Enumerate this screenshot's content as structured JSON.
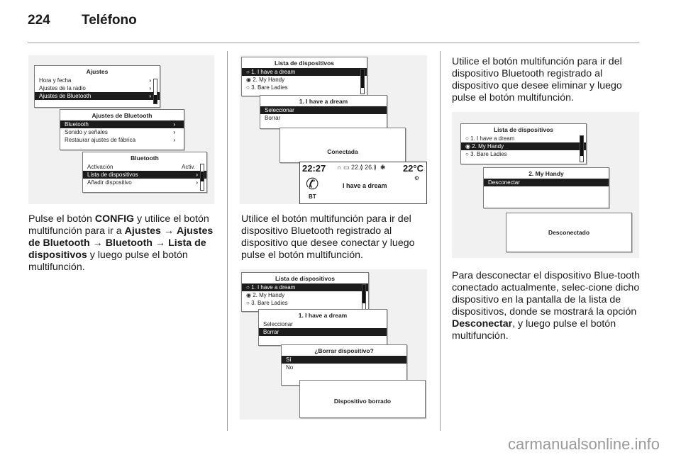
{
  "page": {
    "number": "224",
    "title": "Teléfono"
  },
  "col1": {
    "fig": {
      "ajustes": {
        "title": "Ajustes",
        "items": [
          "Hora y fecha",
          "Ajustes de la radio",
          "Ajustes de Bluetooth"
        ]
      },
      "ajustes_bt": {
        "title": "Ajustes de Bluetooth",
        "items": [
          "Bluetooth",
          "Sonido y señales",
          "Restaurar ajustes de fábrica"
        ]
      },
      "bluetooth": {
        "title": "Bluetooth",
        "items": [
          "Activación",
          "Lista de dispositivos",
          "Añadir dispositivo"
        ],
        "activation_value": "Activ."
      }
    },
    "text": {
      "p1": "Pulse el botón ",
      "config": "CONFIG",
      "p2": " y utilice el botón multifunción para ir a ",
      "ajustes": "Ajustes",
      "arrow": " → ",
      "ajustes_bt": "Ajustes de Bluetooth",
      "bluetooth": "Bluetooth",
      "lista": "Lista de dispositivos",
      "p3": " y luego pulse el botón multifunción."
    }
  },
  "col2": {
    "fig1": {
      "lista": {
        "title": "Lista de dispositivos",
        "items": [
          "1. I have a dream",
          "2. My Handy",
          "3. Bare Ladies"
        ]
      },
      "device": {
        "title": "1. I have a dream",
        "items": [
          "Seleccionar",
          "Borrar"
        ]
      },
      "status": "Conectada",
      "bar": {
        "time": "22:27",
        "temp": "22°C",
        "label": "I have a dream",
        "bt": "BT"
      }
    },
    "text": "Utilice el botón multifunción para ir del dispositivo Bluetooth registrado al dispositivo que desee conectar y luego pulse el botón multifunción.",
    "fig2": {
      "lista": {
        "title": "Lista de dispositivos",
        "items": [
          "1. I have a dream",
          "2. My Handy",
          "3. Bare Ladies"
        ]
      },
      "device": {
        "title": "1. I have a dream",
        "items": [
          "Seleccionar",
          "Borrar"
        ]
      },
      "confirm": {
        "title": "¿Borrar dispositivo?",
        "items": [
          "Sí",
          "No"
        ]
      },
      "status": "Dispositivo borrado"
    }
  },
  "col3": {
    "text1": "Utilice el botón multifunción para ir del dispositivo Bluetooth registrado al dispositivo que desee eliminar y luego pulse el botón multifunción.",
    "fig": {
      "lista": {
        "title": "Lista de dispositivos",
        "items": [
          "1. I have a dream",
          "2. My Handy",
          "3. Bare Ladies"
        ]
      },
      "device": {
        "title": "2. My Handy",
        "items": [
          "Desconectar"
        ]
      },
      "status": "Desconectado"
    },
    "text2": {
      "p1": "Para desconectar el dispositivo Blue-tooth conectado actualmente, selec-cione dicho dispositivo en la pantalla de la lista de dispositivos, donde se mostrará la opción ",
      "desconectar": "Desconectar",
      "p2": ", y luego pulse el botón multifunción."
    }
  },
  "footer": "carmanualsonline.info"
}
